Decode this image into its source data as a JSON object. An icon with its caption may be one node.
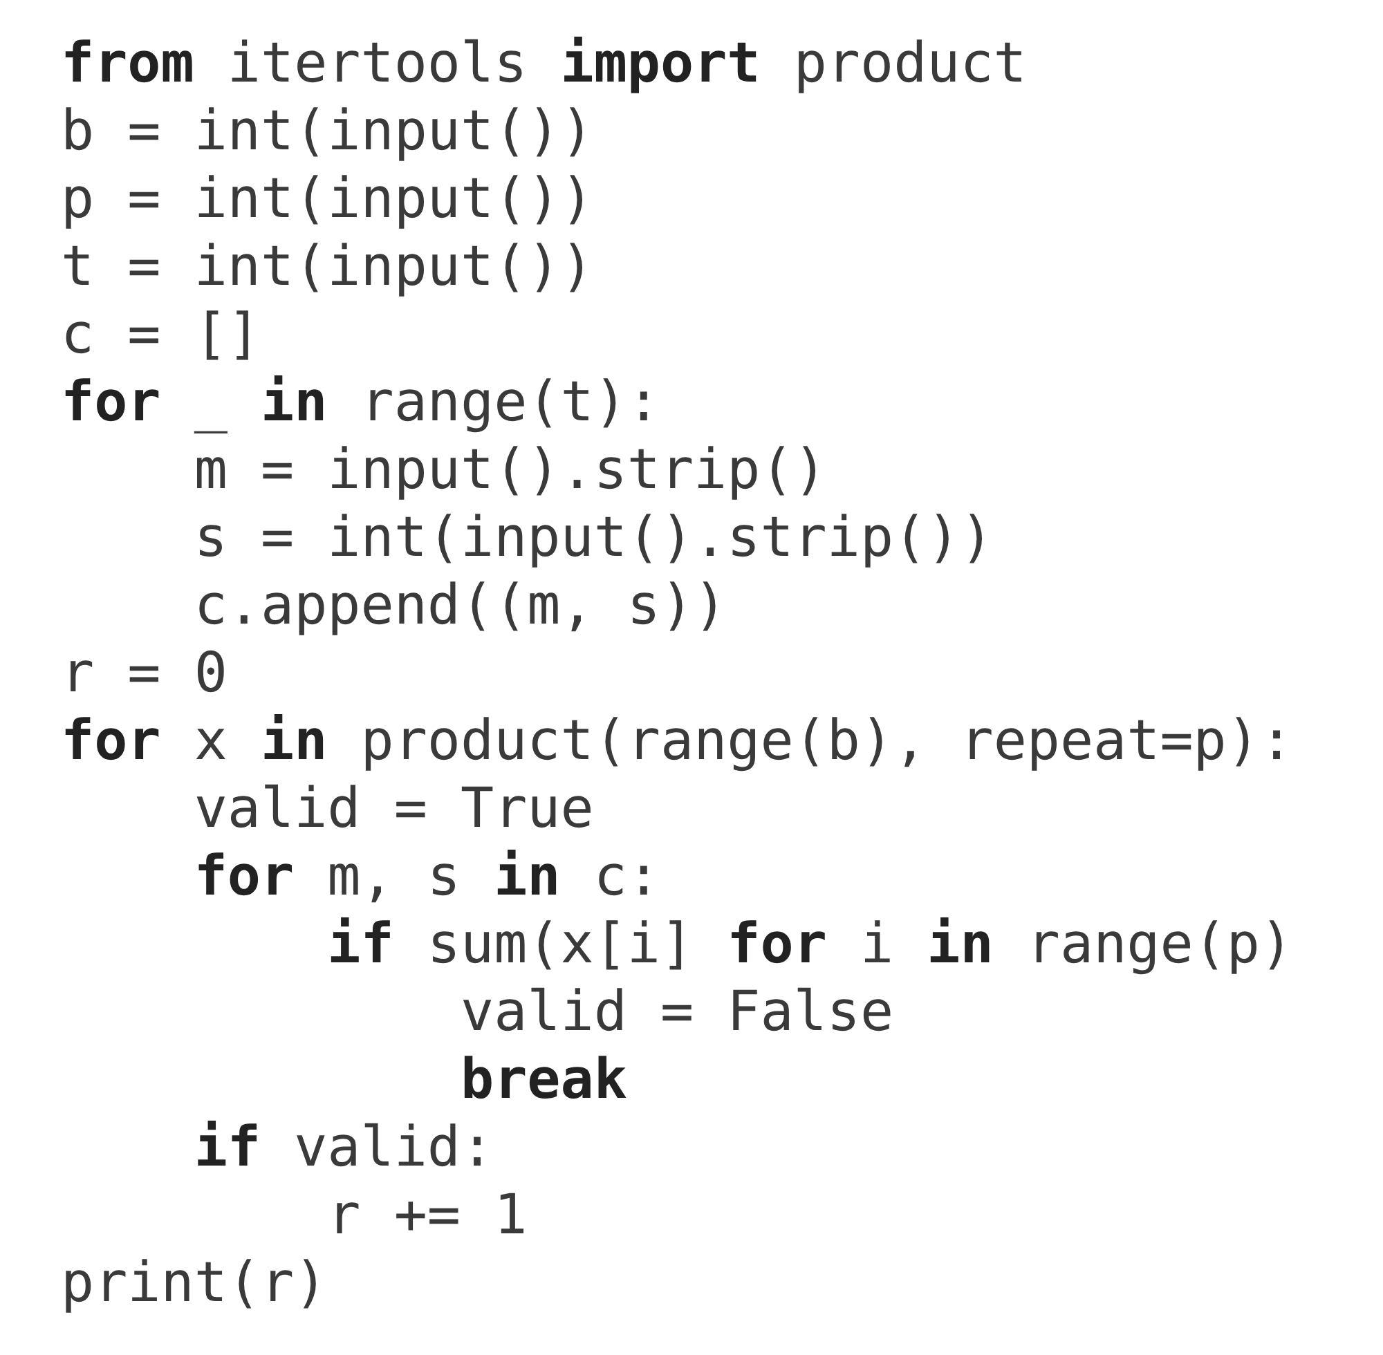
{
  "diagram": {
    "labels": [
      "**from** itertools **import** product",
      "b = int(input())",
      "p = int(input())",
      "t = int(input())",
      "c = []",
      "**for** _ **in** range(t):",
      "    m = input().strip()",
      "    s = int(input().strip())",
      "    c.append((m, s))",
      "r = 0",
      "**for** x **in** product(range(b), repeat=p):",
      "    valid = True",
      "    **for** m, s **in** c:",
      "        **if** sum(x[i] **for** i **in** range(p)",
      "            valid = False",
      "            **break**",
      "    **if** valid:",
      "        r += 1",
      "print(r)"
    ]
  }
}
